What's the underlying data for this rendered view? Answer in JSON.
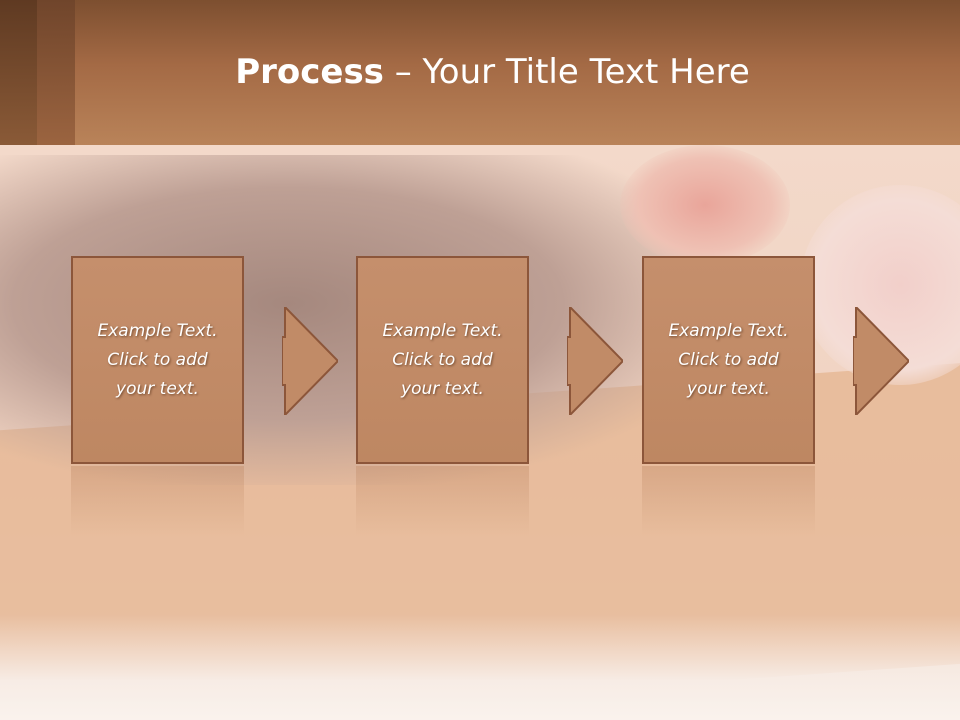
{
  "slide": {
    "title_strong": "Process",
    "title_rest": " – Your Title Text Here"
  },
  "process": {
    "steps": [
      {
        "text": "Example Text.\nClick  to add\nyour text."
      },
      {
        "text": "Example Text.\nClick  to add\nyour text."
      },
      {
        "text": "Example Text.\nClick  to add\nyour text."
      }
    ]
  },
  "colors": {
    "header": "#a46a45",
    "box_fill": "#c18b67",
    "box_border": "#8c563a",
    "text": "#ffffff"
  },
  "icons": {
    "arrow": "right-arrow-icon"
  }
}
